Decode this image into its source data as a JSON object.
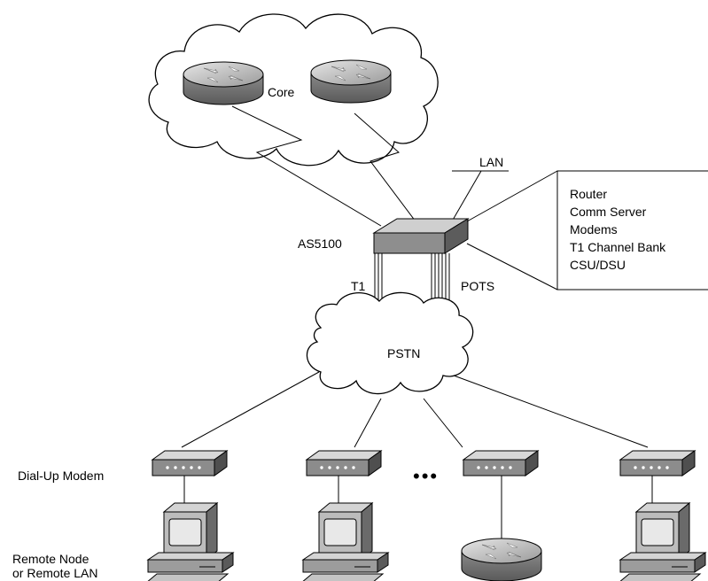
{
  "labels": {
    "core": "Core",
    "lan": "LAN",
    "as5100": "AS5100",
    "t1": "T1",
    "pots": "POTS",
    "pstn": "PSTN",
    "dialup_modem": "Dial-Up Modem",
    "remote_line1": "Remote Node",
    "remote_line2": "or Remote LAN",
    "ellipsis": "•••"
  },
  "callout": {
    "items": [
      "Router",
      "Comm Server",
      "Modems",
      "T1 Channel Bank",
      "CSU/DSU"
    ]
  }
}
